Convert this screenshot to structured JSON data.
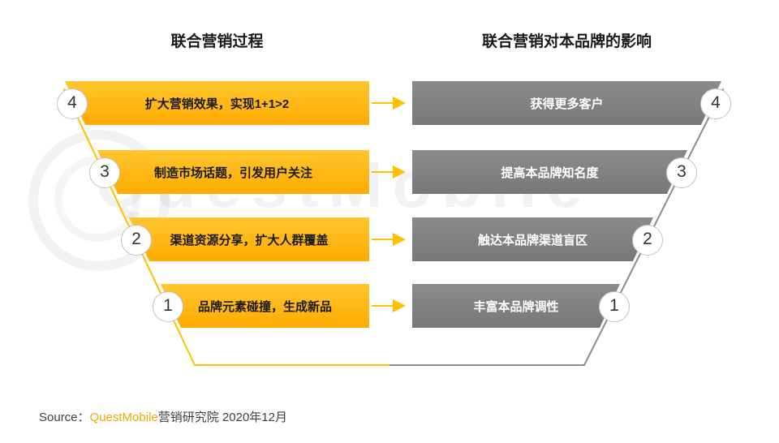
{
  "headers": {
    "process": "联合营销过程",
    "impact": "联合营销对本品牌的影响"
  },
  "rows": [
    {
      "num": "4",
      "process": "扩大营销效果，实现1+1>2",
      "impact": "获得更多客户"
    },
    {
      "num": "3",
      "process": "制造市场话题，引发用户关注",
      "impact": "提高本品牌知名度"
    },
    {
      "num": "2",
      "process": "渠道资源分享，扩大人群覆盖",
      "impact": "触达本品牌渠道盲区"
    },
    {
      "num": "1",
      "process": "品牌元素碰撞，生成新品",
      "impact": "丰富本品牌调性"
    }
  ],
  "source": {
    "prefix": "Source：",
    "brand": "QuestMobile",
    "suffix": "营销研究院 2020年12月"
  },
  "watermark": {
    "text": "QuestMobile"
  },
  "colors": {
    "yellow": "#FFC000",
    "gray": "#8c8c8c"
  }
}
